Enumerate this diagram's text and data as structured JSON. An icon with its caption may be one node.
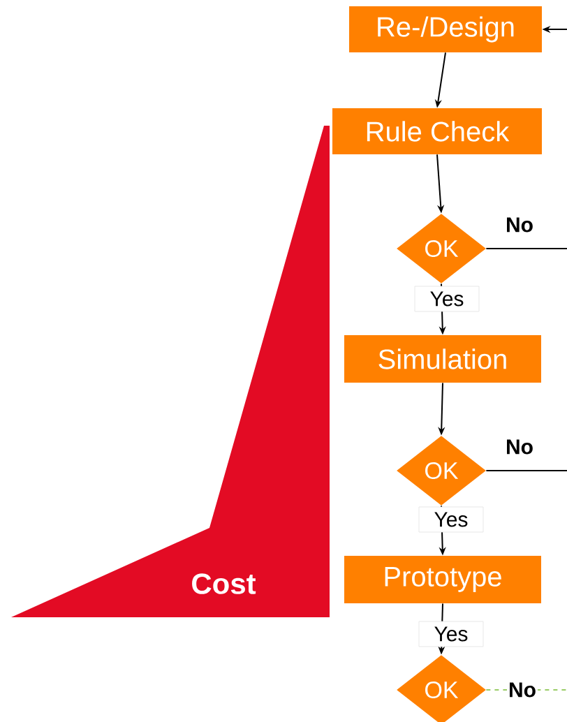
{
  "diagram": {
    "nodes": [
      {
        "text": [
          "Re-/Design"
        ]
      },
      {
        "text": [
          "Rule Check"
        ]
      },
      {
        "text": [
          "OK"
        ]
      },
      {
        "text": [
          "Simulation"
        ]
      },
      {
        "text": [
          "OK"
        ]
      },
      {
        "text": [
          "Prototype"
        ]
      },
      {
        "text": [
          "OK"
        ]
      },
      {
        "text": [
          "Cost"
        ]
      }
    ],
    "edges": [
      {
        "from": null,
        "to": 0,
        "arrow": "to"
      },
      {
        "from": 0,
        "to": 1,
        "arrow": "to"
      },
      {
        "from": 1,
        "to": 2,
        "arrow": "to"
      },
      {
        "from": 2,
        "to": null,
        "arrow": "none",
        "label": "No"
      },
      {
        "from": 2,
        "to": 3,
        "arrow": "to",
        "label": "Yes"
      },
      {
        "from": 3,
        "to": 4,
        "arrow": "to"
      },
      {
        "from": 4,
        "to": null,
        "arrow": "none",
        "label": "No"
      },
      {
        "from": 4,
        "to": 5,
        "arrow": "to",
        "label": "Yes"
      },
      {
        "from": 5,
        "to": 6,
        "arrow": "to",
        "label": "Yes"
      },
      {
        "from": 6,
        "to": null,
        "arrow": "none",
        "label": "No",
        "style": "dashed",
        "color": "#99cc66"
      }
    ]
  }
}
